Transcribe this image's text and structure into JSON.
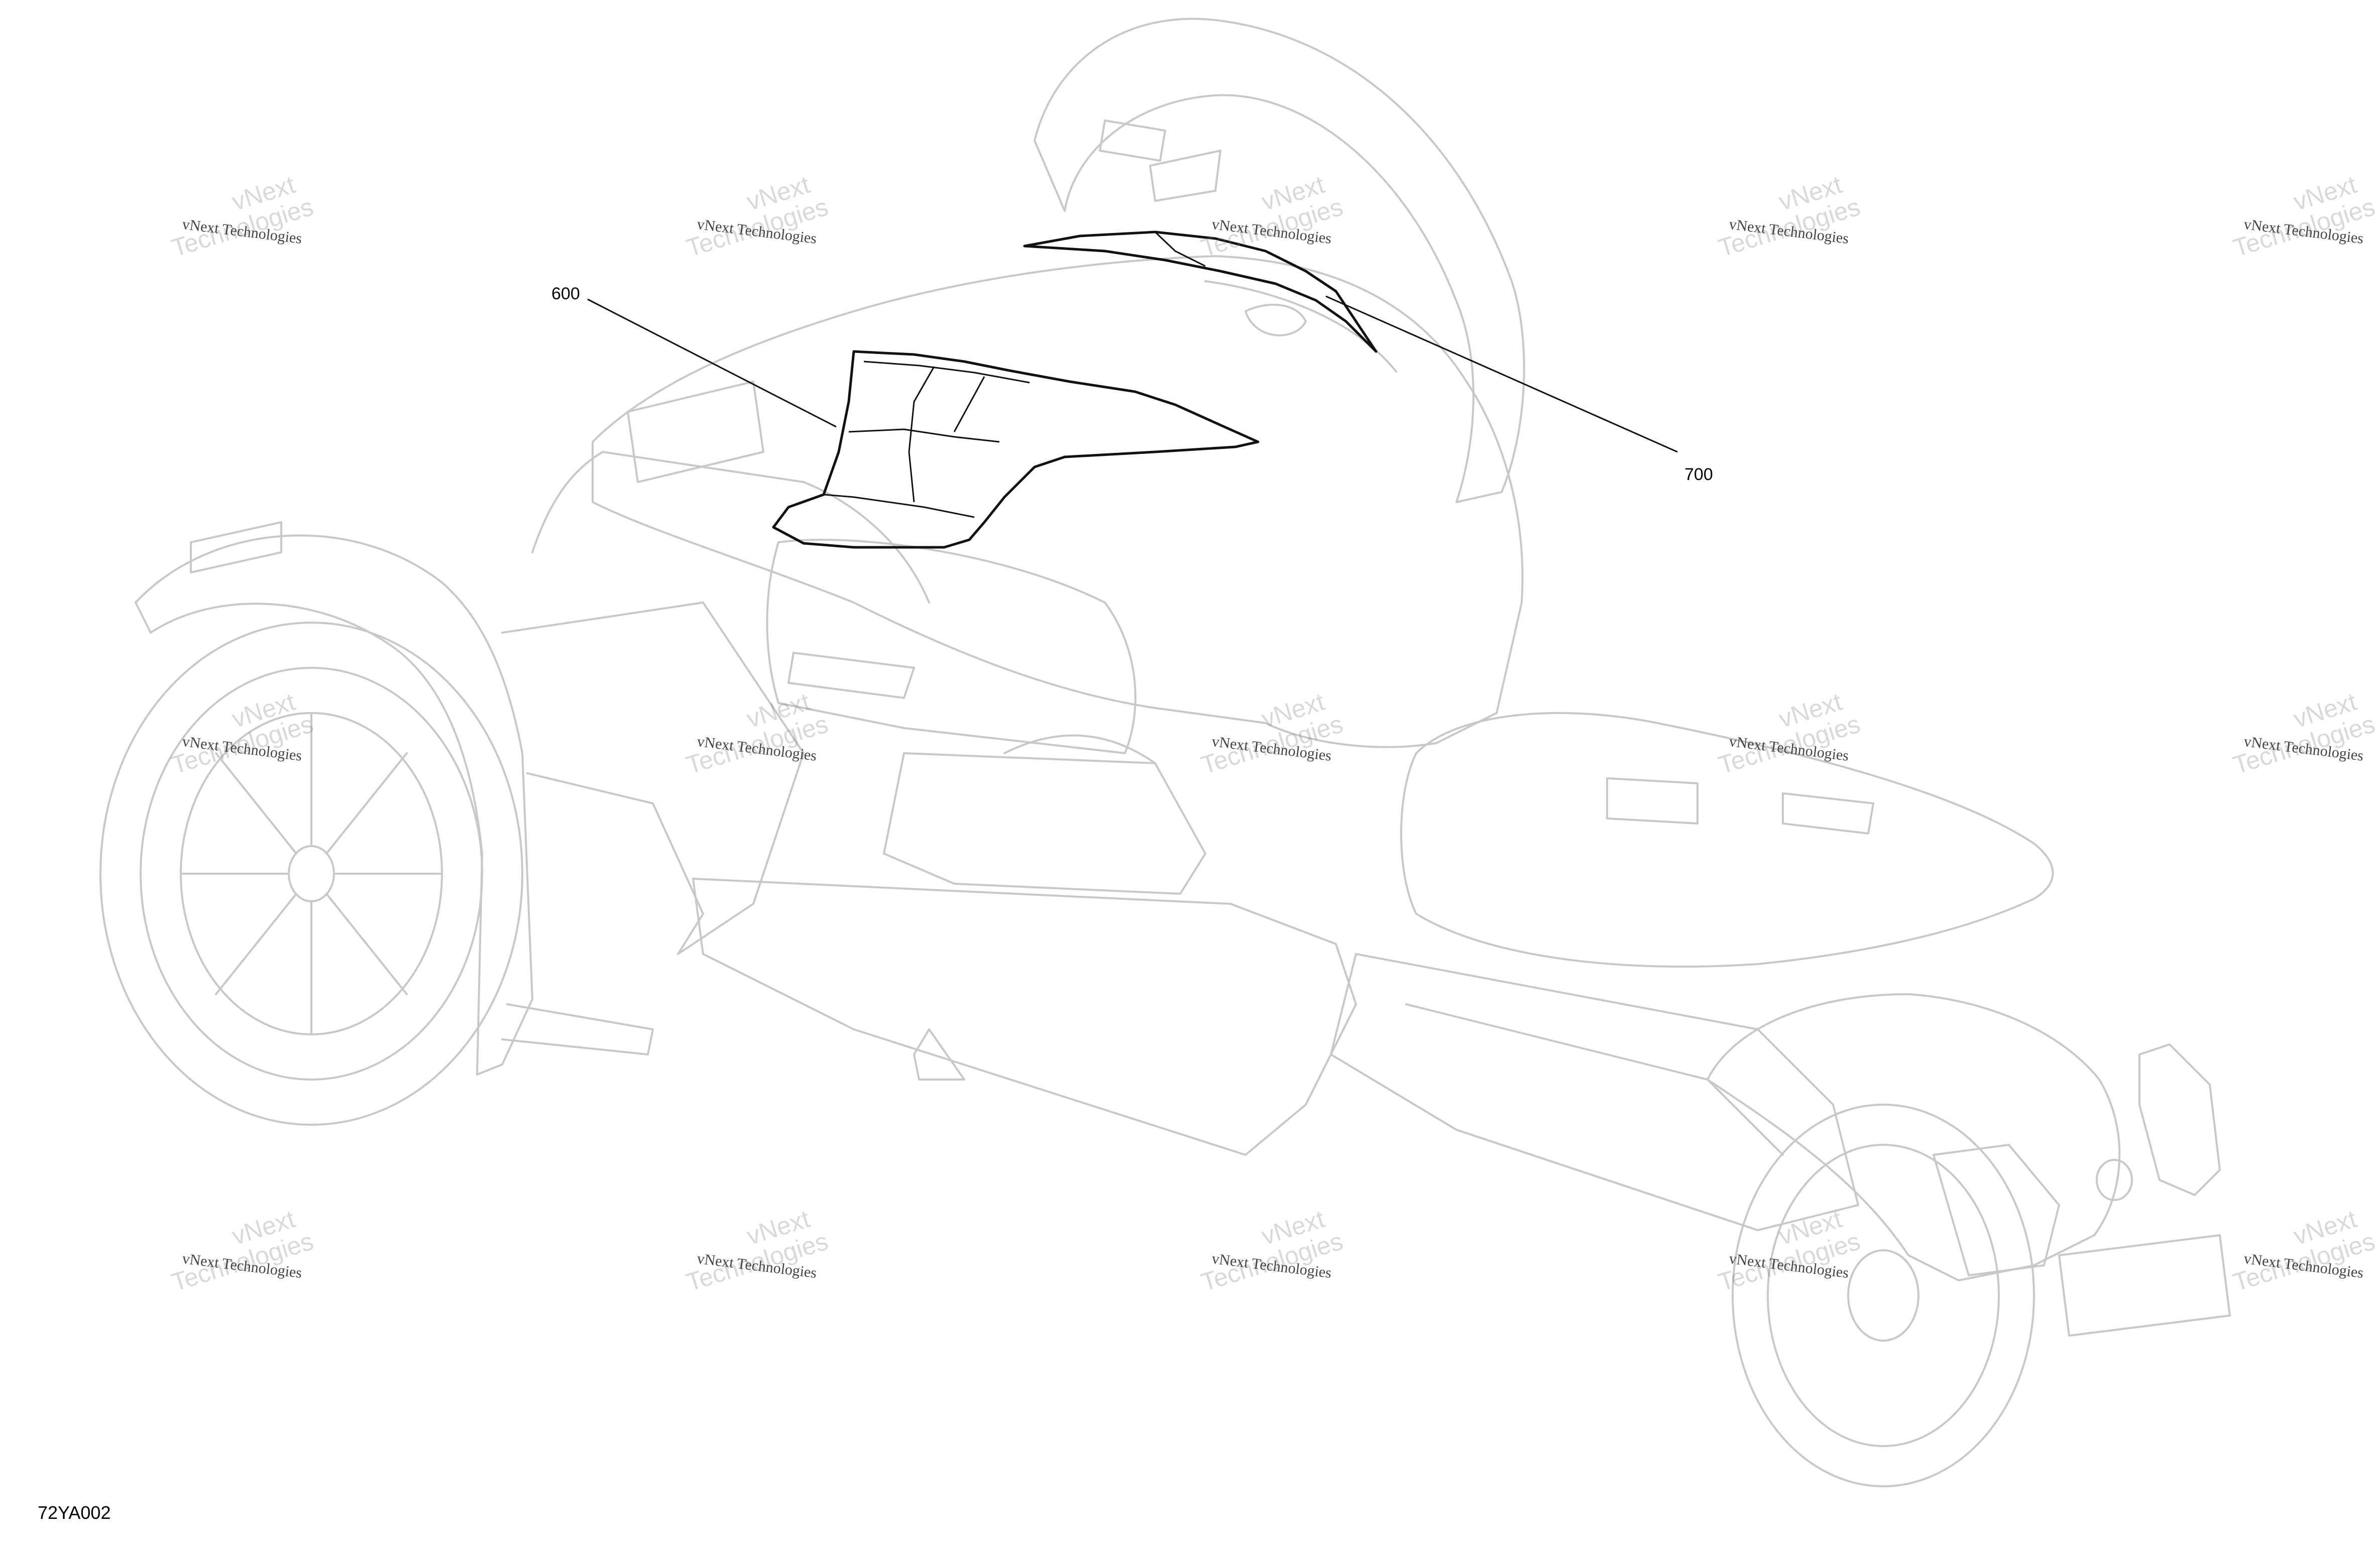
{
  "callouts": [
    {
      "label": "600"
    },
    {
      "label": "700"
    }
  ],
  "figure_id": "72YA002",
  "watermark": {
    "small_text": "vNext Technologies",
    "big_line1": "vNext",
    "big_line2": "Technologies"
  },
  "colors": {
    "part_outline": "#111111",
    "sketch_line": "#c4c4c4",
    "background": "#ffffff"
  }
}
